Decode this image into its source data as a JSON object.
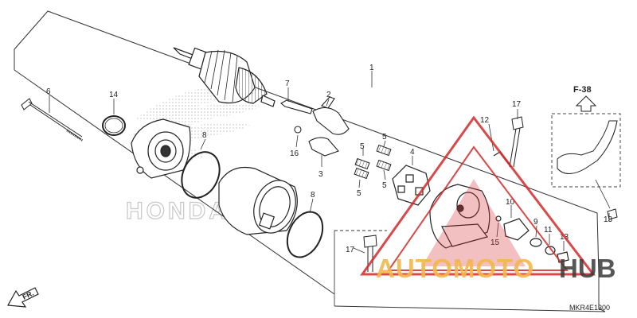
{
  "diagram": {
    "code": "MKR4E1300",
    "ref_label": "F-38",
    "front_label": "FR.",
    "watermark": {
      "brand": "HONDA",
      "text_main": "AUTOMOTO",
      "text_hub": "HUB",
      "color_main": "#f2b84a",
      "color_hub": "#3a3a3a",
      "triangle_color": "#d42a2a"
    },
    "callouts": {
      "c1": "1",
      "c2": "2",
      "c3": "3",
      "c4": "4",
      "c5a": "5",
      "c5b": "5",
      "c5c": "5",
      "c5d": "5",
      "c6": "6",
      "c7": "7",
      "c8a": "8",
      "c8b": "8",
      "c9": "9",
      "c10": "10",
      "c11": "11",
      "c12": "12",
      "c13a": "13",
      "c13b": "13",
      "c14": "14",
      "c15": "15",
      "c16": "16",
      "c17a": "17",
      "c17b": "17"
    }
  }
}
